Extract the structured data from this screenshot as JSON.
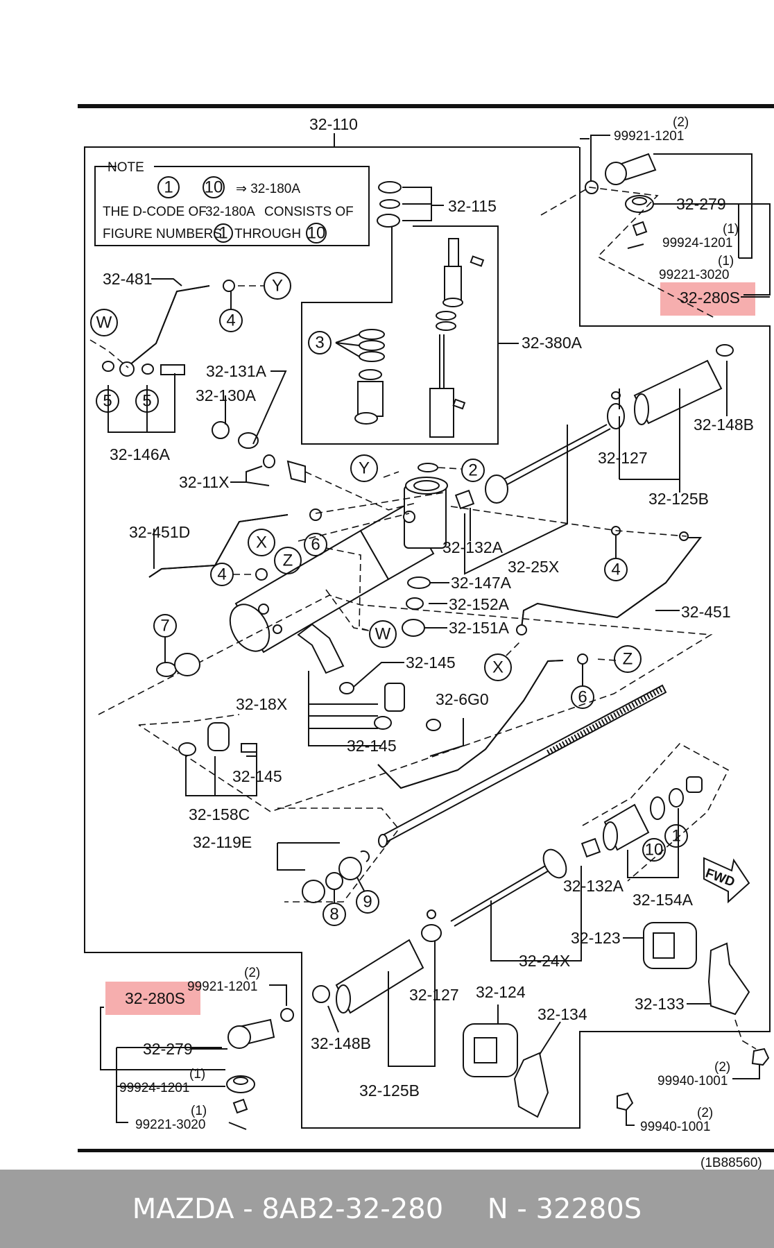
{
  "note": {
    "title": "NOTE",
    "c1": "1",
    "c10": "10",
    "arrow_ref": "⇒ 32-180A",
    "line2a": "THE D-CODE OF",
    "line2b": "32-180A",
    "line2c": "CONSISTS OF",
    "line3a": "FIGURE NUMBERS",
    "line3b": "THROUGH"
  },
  "labels": {
    "l_32_110": "32-110",
    "l_32_115": "32-115",
    "l_32_380A": "32-380A",
    "l_32_481": "32-481",
    "l_32_131A": "32-131A",
    "l_32_130A": "32-130A",
    "l_32_146A": "32-146A",
    "l_32_11X": "32-11X",
    "l_32_451D": "32-451D",
    "l_32_132A_top": "32-132A",
    "l_32_25X": "32-25X",
    "l_32_147A": "32-147A",
    "l_32_152A": "32-152A",
    "l_32_151A": "32-151A",
    "l_32_451": "32-451",
    "l_32_145_a": "32-145",
    "l_32_18X": "32-18X",
    "l_32_6G0": "32-6G0",
    "l_32_145_b": "32-145",
    "l_32_145_c": "32-145",
    "l_32_158C": "32-158C",
    "l_32_119E": "32-119E",
    "l_32_127_top": "32-127",
    "l_32_125B_top": "32-125B",
    "l_32_148B_top": "32-148B",
    "l_32_132A_bot": "32-132A",
    "l_32_154A": "32-154A",
    "l_32_123": "32-123",
    "l_32_24X": "32-24X",
    "l_32_133": "32-133",
    "l_32_124": "32-124",
    "l_32_134": "32-134",
    "l_32_127_bot": "32-127",
    "l_32_148B_bot": "32-148B",
    "l_32_125B_bot": "32-125B",
    "l_99921_top": "99921-1201",
    "l_99921_top_q": "(2)",
    "l_32_279_top": "32-279",
    "l_99924_top": "99924-1201",
    "l_99924_top_q": "(1)",
    "l_99221_top": "99221-3020",
    "l_99221_top_q": "(1)",
    "l_32_280S_top": "32-280S",
    "l_32_280S_bot": "32-280S",
    "l_99921_bot": "99921-1201",
    "l_99921_bot_q": "(2)",
    "l_32_279_bot": "32-279",
    "l_99924_bot": "99924-1201",
    "l_99924_bot_q": "(1)",
    "l_99221_bot": "99221-3020",
    "l_99221_bot_q": "(1)",
    "l_99940_a": "99940-1001",
    "l_99940_a_q": "(2)",
    "l_99940_b": "99940-1001",
    "l_99940_b_q": "(2)",
    "fwd": "FWD",
    "ref_code": "(1B88560)"
  },
  "callouts": {
    "c_Y1": "Y",
    "c_W1": "W",
    "c_4a": "4",
    "c_5a": "5",
    "c_5b": "5",
    "c_3": "3",
    "c_Y2": "Y",
    "c_2": "2",
    "c_X1": "X",
    "c_6a": "6",
    "c_4b": "4",
    "c_Z1": "Z",
    "c_4c": "4",
    "c_W2": "W",
    "c_7": "7",
    "c_X2": "X",
    "c_Z2": "Z",
    "c_6b": "6",
    "c_10": "10",
    "c_1": "1",
    "c_8": "8",
    "c_9": "9"
  },
  "footer": {
    "text": "MAZDA - 8AB2-32-280     N - 32280S"
  },
  "colors": {
    "highlight": "#f4a0a0",
    "footer_bg": "#9e9e9e",
    "footer_text": "#ffffff"
  }
}
